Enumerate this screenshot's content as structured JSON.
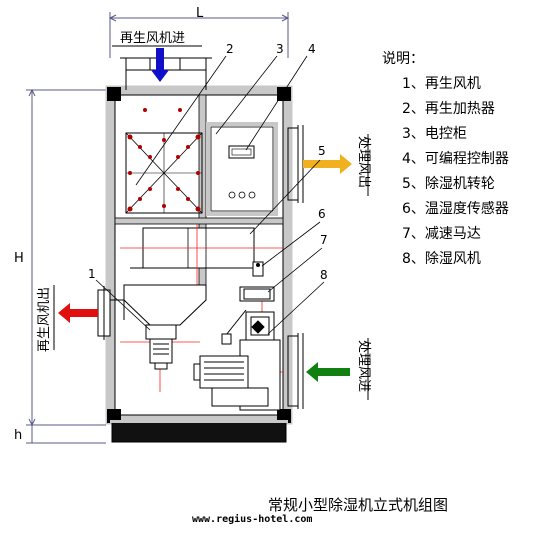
{
  "diagram": {
    "dimensions": {
      "width": "L",
      "height": "H",
      "base": "h"
    },
    "ports": {
      "regen_inlet": "再生风机进",
      "regen_outlet": "再生风机出",
      "process_outlet": "处理风出",
      "process_inlet": "处理风进"
    },
    "callouts": [
      "1",
      "2",
      "3",
      "4",
      "5",
      "6",
      "7",
      "8"
    ],
    "legend": {
      "heading": "说明：",
      "items": [
        "1、再生风机",
        "2、再生加热器",
        "3、电控柜",
        "4、可编程控制器",
        "5、除湿机转轮",
        "6、温湿度传感器",
        "7、减速马达",
        "8、除湿风机"
      ]
    },
    "title": "常规小型除湿机立式机组图",
    "watermark": "www.regius-hotel.com",
    "colors": {
      "frame": "#c8c8c8",
      "outline": "#000000",
      "center_line": "#ff2020",
      "dimension_line": "#5a5a8a",
      "arrow_regen_in": "#1010c8",
      "arrow_regen_out": "#e01010",
      "arrow_process_out": "#f0b020",
      "arrow_process_in": "#108010",
      "bolt": "#b00000"
    }
  }
}
